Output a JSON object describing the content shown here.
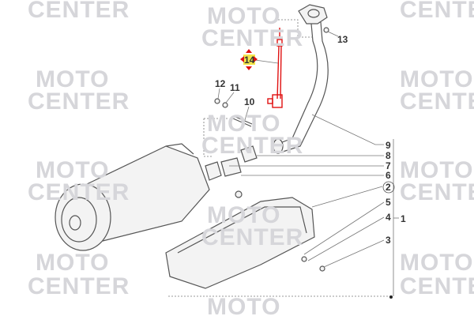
{
  "watermark": {
    "line1": "MOTO",
    "line2": "CENTER"
  },
  "diagram": {
    "highlighted_part": "14",
    "highlight_color": "#e01010",
    "highlight_bg": "#f4e64a",
    "callouts": [
      {
        "id": "13",
        "label": "13"
      },
      {
        "id": "14",
        "label": "14"
      },
      {
        "id": "12",
        "label": "12"
      },
      {
        "id": "11",
        "label": "11"
      },
      {
        "id": "10",
        "label": "10"
      },
      {
        "id": "9",
        "label": "9"
      },
      {
        "id": "8",
        "label": "8"
      },
      {
        "id": "7",
        "label": "7"
      },
      {
        "id": "6",
        "label": "6"
      },
      {
        "id": "2",
        "label": "2"
      },
      {
        "id": "5",
        "label": "5"
      },
      {
        "id": "4",
        "label": "4"
      },
      {
        "id": "1",
        "label": "1"
      },
      {
        "id": "3",
        "label": "3"
      }
    ]
  }
}
